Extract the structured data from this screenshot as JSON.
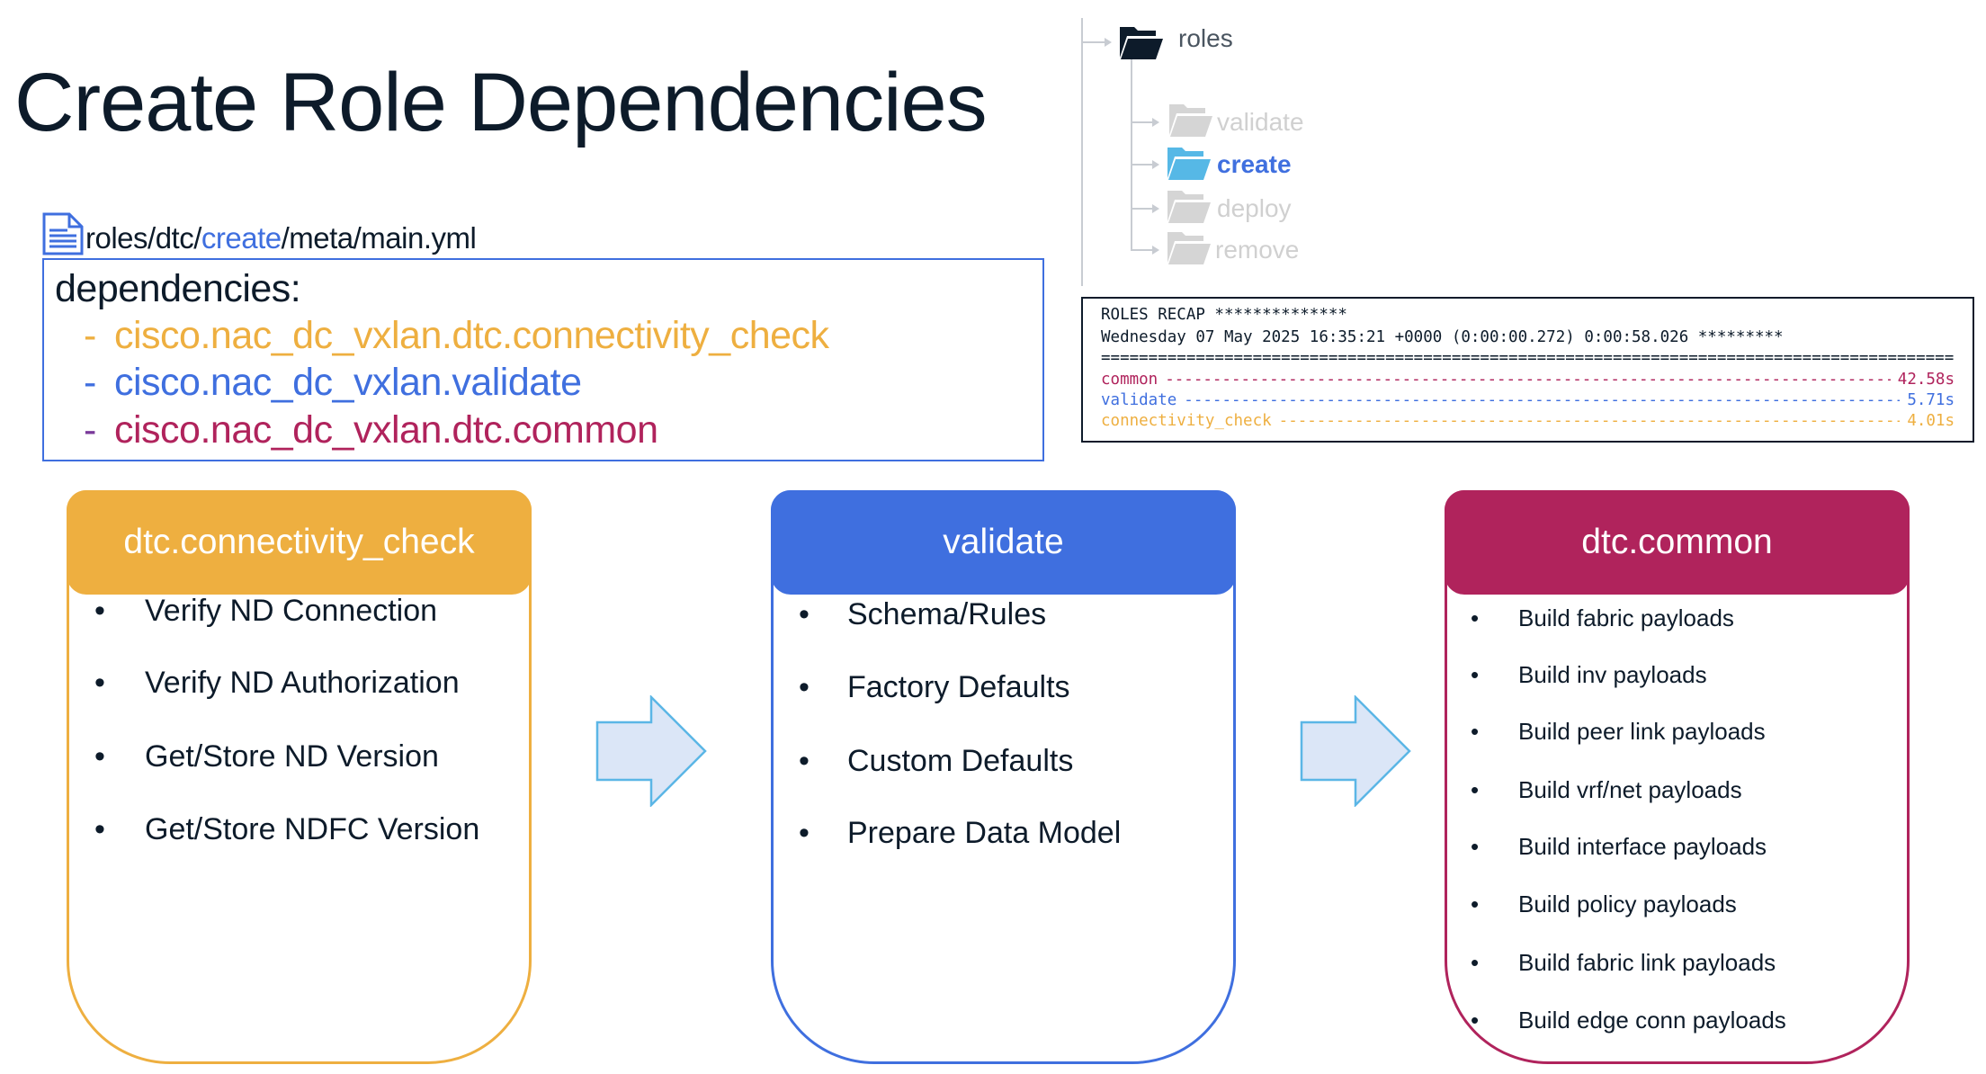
{
  "title": "Create Role Dependencies",
  "file": {
    "icon": "document-icon",
    "path_prefix": "roles/dtc/",
    "path_highlight": "create",
    "path_suffix": "/meta/main.yml"
  },
  "code": {
    "key": "dependencies:",
    "items": [
      {
        "dash": "-",
        "text": "cisco.nac_dc_vxlan.dtc.connectivity_check",
        "color": "#eeaf40"
      },
      {
        "dash": "-",
        "text": "cisco.nac_dc_vxlan.validate",
        "color": "#3f6fdf"
      },
      {
        "dash": "-",
        "text": "cisco.nac_dc_vxlan.dtc.common",
        "color": "#b0235c"
      }
    ]
  },
  "tree": {
    "root": {
      "label": "roles",
      "icon": "folder-open-icon"
    },
    "children": [
      {
        "label": "validate",
        "active": false
      },
      {
        "label": "create",
        "active": true
      },
      {
        "label": "deploy",
        "active": false
      },
      {
        "label": "remove",
        "active": false
      }
    ]
  },
  "recap": {
    "header": "ROLES RECAP **************",
    "timestamp": "Wednesday 07 May 2025 16:35:21 +0000 (0:00:00.272) 0:00:58.026 *********",
    "rows": [
      {
        "role": "common",
        "time": "42.58s",
        "color": "#b0235c"
      },
      {
        "role": "validate",
        "time": "5.71s",
        "color": "#3f6fdf"
      },
      {
        "role": "connectivity_check",
        "time": "4.01s",
        "color": "#eeaf40"
      }
    ]
  },
  "cards": [
    {
      "title": "dtc.connectivity_check",
      "color": "#eeaf40",
      "items": [
        "Verify ND Connection",
        "Verify ND Authorization",
        "Get/Store ND Version",
        "Get/Store NDFC Version"
      ]
    },
    {
      "title": "validate",
      "color": "#3f6fdf",
      "items": [
        "Schema/Rules",
        "Factory Defaults",
        "Custom Defaults",
        "Prepare Data Model"
      ]
    },
    {
      "title": "dtc.common",
      "color": "#b0235c",
      "items": [
        "Build fabric payloads",
        "Build inv payloads",
        "Build peer link payloads",
        "Build vrf/net payloads",
        "Build interface payloads",
        "Build policy payloads",
        "Build fabric link payloads",
        "Build edge conn payloads"
      ]
    }
  ],
  "arrow_colors": {
    "fill": "#dbe6f7",
    "stroke": "#5bb6e6"
  }
}
